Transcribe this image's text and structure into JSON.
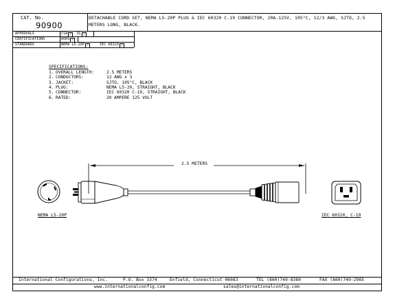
{
  "header": {
    "cat_label": "CAT. No.",
    "cat_no": "90900",
    "title": "DETACHABLE CORD SET, NEMA L5-20P PLUG & IEC 60320 C-19 CONNECTOR, 20A-125V, 105°C, 12/3 AWG, SJTO, 2.5 METERS LONG, BLACK."
  },
  "rows": {
    "approvals_label": "APPROVALS",
    "approvals_csa": "CSA",
    "approvals_ul": "UL",
    "certifications_label": "CERTIFICATIONS",
    "certifications_rohs": "ROHS",
    "standards_label": "STANDARDS",
    "standards_nema": "NEMA L5-20P",
    "standards_iec": "IEC 60320"
  },
  "specs": {
    "heading": "SPECIFICATIONS:",
    "items": [
      {
        "num": "1.",
        "label": "OVERALL LENGTH:",
        "value": "2.5 METERS"
      },
      {
        "num": "2.",
        "label": "CONDUCTORS:",
        "value": "12 AWG x 3"
      },
      {
        "num": "3.",
        "label": "JACKET:",
        "value": "SJTO, 105°C, BLACK"
      },
      {
        "num": "4.",
        "label": "PLUG:",
        "value": "NEMA L5-20, STRAIGHT, BLACK"
      },
      {
        "num": "5.",
        "label": "CONNECTOR:",
        "value": "IEC 60320 C-19, STRAIGHT, BLACK"
      },
      {
        "num": "6.",
        "label": "RATED:",
        "value": "20 AMPERE 125 VOLT"
      }
    ]
  },
  "drawing": {
    "dimension_label": "2.5 METERS",
    "plug_label": "NEMA L5-20P",
    "connector_label": "IEC 60320, C-19"
  },
  "footer": {
    "company": "International Configurations, Inc.",
    "po_box": "P.O. Box 3374",
    "address": "Enfield, Connecticut 06083",
    "tel": "TEL (860)749-8380",
    "fax": "FAX (860)749-2985",
    "website": "www.internationalconfig.com",
    "email": "sales@internationalconfig.com"
  }
}
